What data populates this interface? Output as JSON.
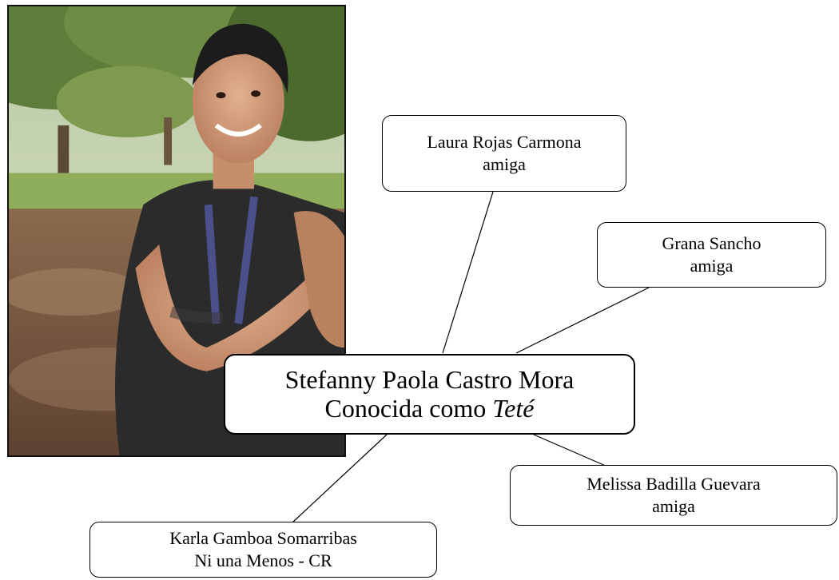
{
  "central": {
    "name": "Stefanny Paola Castro Mora",
    "nickname_prefix": "Conocida como",
    "nickname": "Teté"
  },
  "nodes": [
    {
      "name": "Laura Rojas Carmona",
      "relation": "amiga"
    },
    {
      "name": "Grana Sancho",
      "relation": "amiga"
    },
    {
      "name": "Melissa Badilla Guevara",
      "relation": "amiga"
    },
    {
      "name": "Karla Gamboa Somarribas",
      "relation": "Ni una Menos - CR"
    }
  ]
}
